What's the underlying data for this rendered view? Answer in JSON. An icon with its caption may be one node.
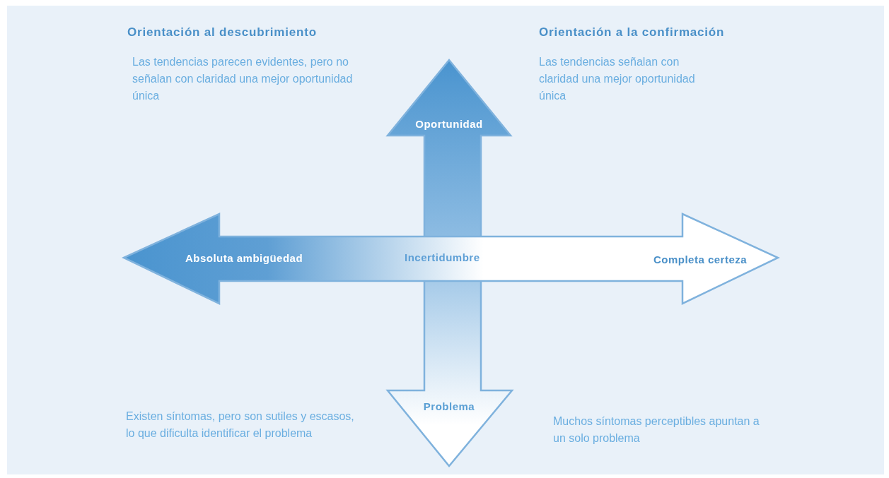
{
  "diagram": {
    "nodes": [
      {
        "text": [
          "Oportunidad",
          "Problema"
        ]
      },
      {
        "text": [
          "Absoluta ambigüedad",
          "Completa certeza"
        ]
      }
    ],
    "labels": [
      "Orientación al descubrimiento",
      "Orientación a la confirmación",
      "Las tendencias parecen evidentes, pero no señalan con claridad una mejor oportunidad única",
      "Las tendencias señalan con claridad una mejor oportunidad única",
      "Incertidumbre",
      "Existen síntomas, pero son sutiles y escasos, lo que dificulta identificar el problema",
      "Muchos síntomas perceptibles apuntan a un solo problema"
    ]
  }
}
